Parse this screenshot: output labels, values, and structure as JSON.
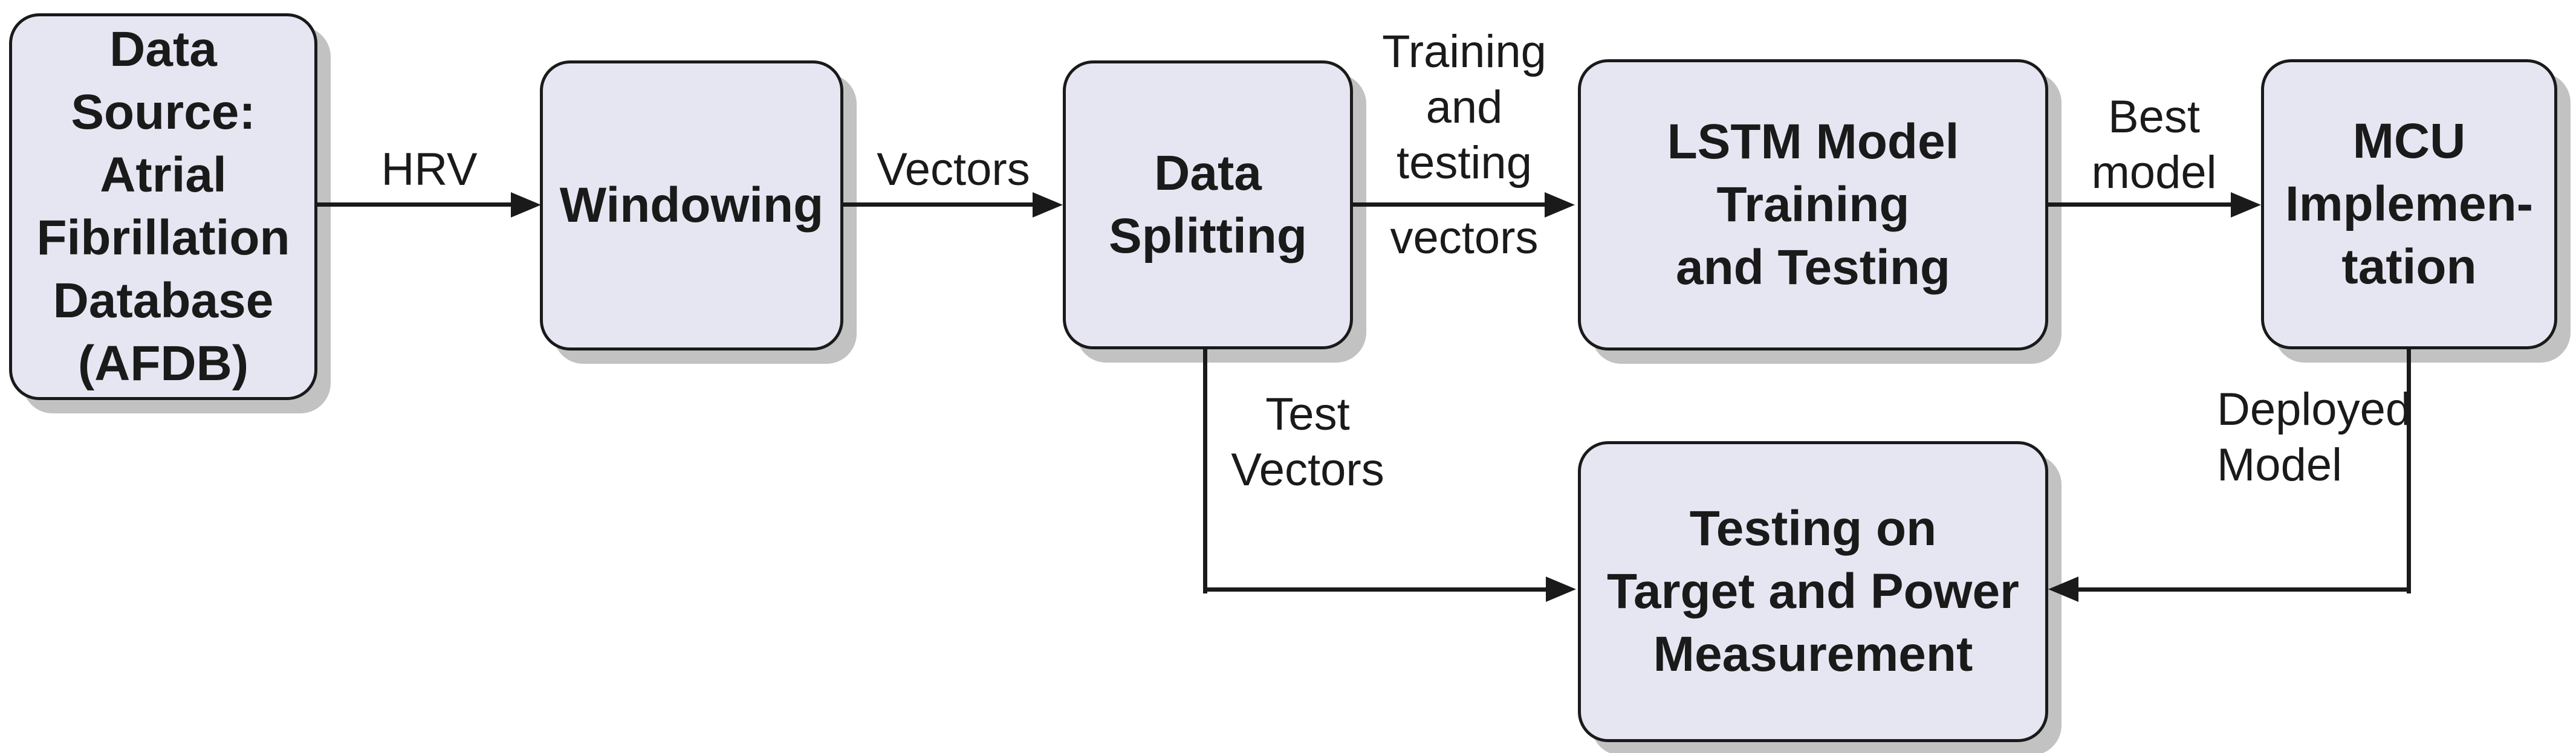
{
  "diagram": {
    "type": "flowchart",
    "background": "#ffffff",
    "colors": {
      "node_fill": "#e6e6f2",
      "node_border": "#1a1a1a",
      "node_shadow": "#c2c2c2",
      "arrow": "#1a1a1a",
      "text": "#1a1a1a"
    },
    "nodes": {
      "afdb": {
        "label": "Data\nSource:\nAtrial\nFibrillation\nDatabase\n(AFDB)"
      },
      "windowing": {
        "label": "Windowing"
      },
      "data_splitting": {
        "label": "Data\nSplitting"
      },
      "lstm": {
        "label": "LSTM Model\nTraining\nand Testing"
      },
      "mcu": {
        "label": "MCU\nImplemen-\ntation"
      },
      "testing_target": {
        "label": "Testing on\nTarget and Power\nMeasurement"
      }
    },
    "edge_labels": {
      "hrv": "HRV",
      "vectors": "Vectors",
      "training_testing_above": "Training\nand\ntesting",
      "training_testing_below": "vectors",
      "best_model": "Best\nmodel",
      "test_vectors": "Test\nVectors",
      "deployed_model": "Deployed\nModel"
    },
    "edges": [
      {
        "from": "afdb",
        "to": "windowing",
        "label": "HRV"
      },
      {
        "from": "windowing",
        "to": "data_splitting",
        "label": "Vectors"
      },
      {
        "from": "data_splitting",
        "to": "lstm",
        "label": "Training and testing vectors"
      },
      {
        "from": "lstm",
        "to": "mcu",
        "label": "Best model"
      },
      {
        "from": "data_splitting",
        "to": "testing_target",
        "label": "Test Vectors"
      },
      {
        "from": "mcu",
        "to": "testing_target",
        "label": "Deployed Model"
      }
    ]
  }
}
